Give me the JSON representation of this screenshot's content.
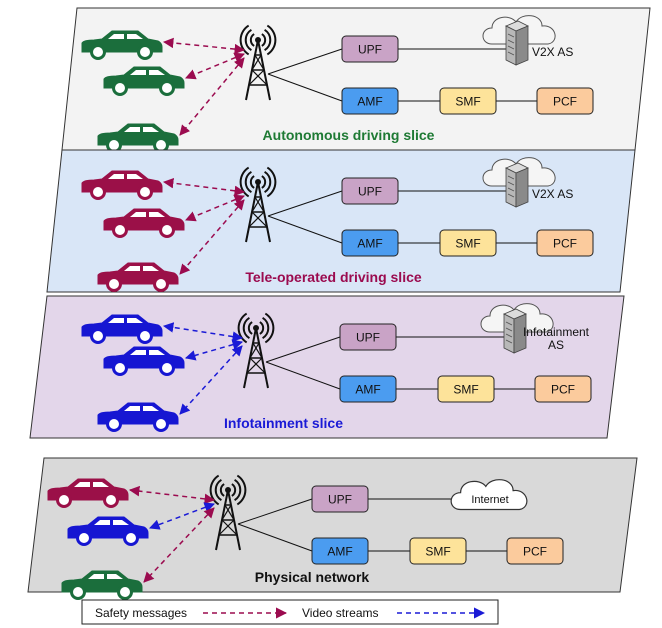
{
  "slices": [
    {
      "title": "Autonomous driving slice",
      "title_color": "#1e7a34",
      "bg": "#f3f3f3",
      "car_colors": [
        "#1b6e3c",
        "#1b6e3c",
        "#1b6e3c"
      ],
      "arrow_types": [
        "safety",
        "safety",
        "safety"
      ],
      "server_label_lines": [
        "V2X AS"
      ],
      "server_kind": "server"
    },
    {
      "title": "Tele-operated driving slice",
      "title_color": "#9b0b4f",
      "bg": "#d9e6f7",
      "car_colors": [
        "#9b1048",
        "#9b1048",
        "#9b1048"
      ],
      "arrow_types": [
        "safety",
        "safety",
        "safety"
      ],
      "server_label_lines": [
        "V2X AS"
      ],
      "server_kind": "server"
    },
    {
      "title": "Infotainment slice",
      "title_color": "#1a1ad6",
      "bg": "#e3d6ea",
      "car_colors": [
        "#1616d2",
        "#1616d2",
        "#1616d2"
      ],
      "arrow_types": [
        "video",
        "video",
        "video"
      ],
      "server_label_lines": [
        "Infotainment",
        "AS"
      ],
      "server_kind": "server"
    },
    {
      "title": "Physical network",
      "title_color": "#111111",
      "bg": "#d9d9d9",
      "car_colors": [
        "#9b1048",
        "#1616d2",
        "#1b6e3c"
      ],
      "arrow_types": [
        "safety",
        "video",
        "safety"
      ],
      "server_label_lines": [
        "Internet"
      ],
      "server_kind": "cloud"
    }
  ],
  "nodes": {
    "upf": "UPF",
    "amf": "AMF",
    "smf": "SMF",
    "pcf": "PCF"
  },
  "node_colors": {
    "upf": "#c9a3c6",
    "amf": "#4b9cf0",
    "smf": "#fde39a",
    "pcf": "#fbcb9d"
  },
  "legend": {
    "safety_label": "Safety messages",
    "video_label": "Video streams",
    "safety_color": "#9b0b4f",
    "video_color": "#1a1ad6"
  }
}
